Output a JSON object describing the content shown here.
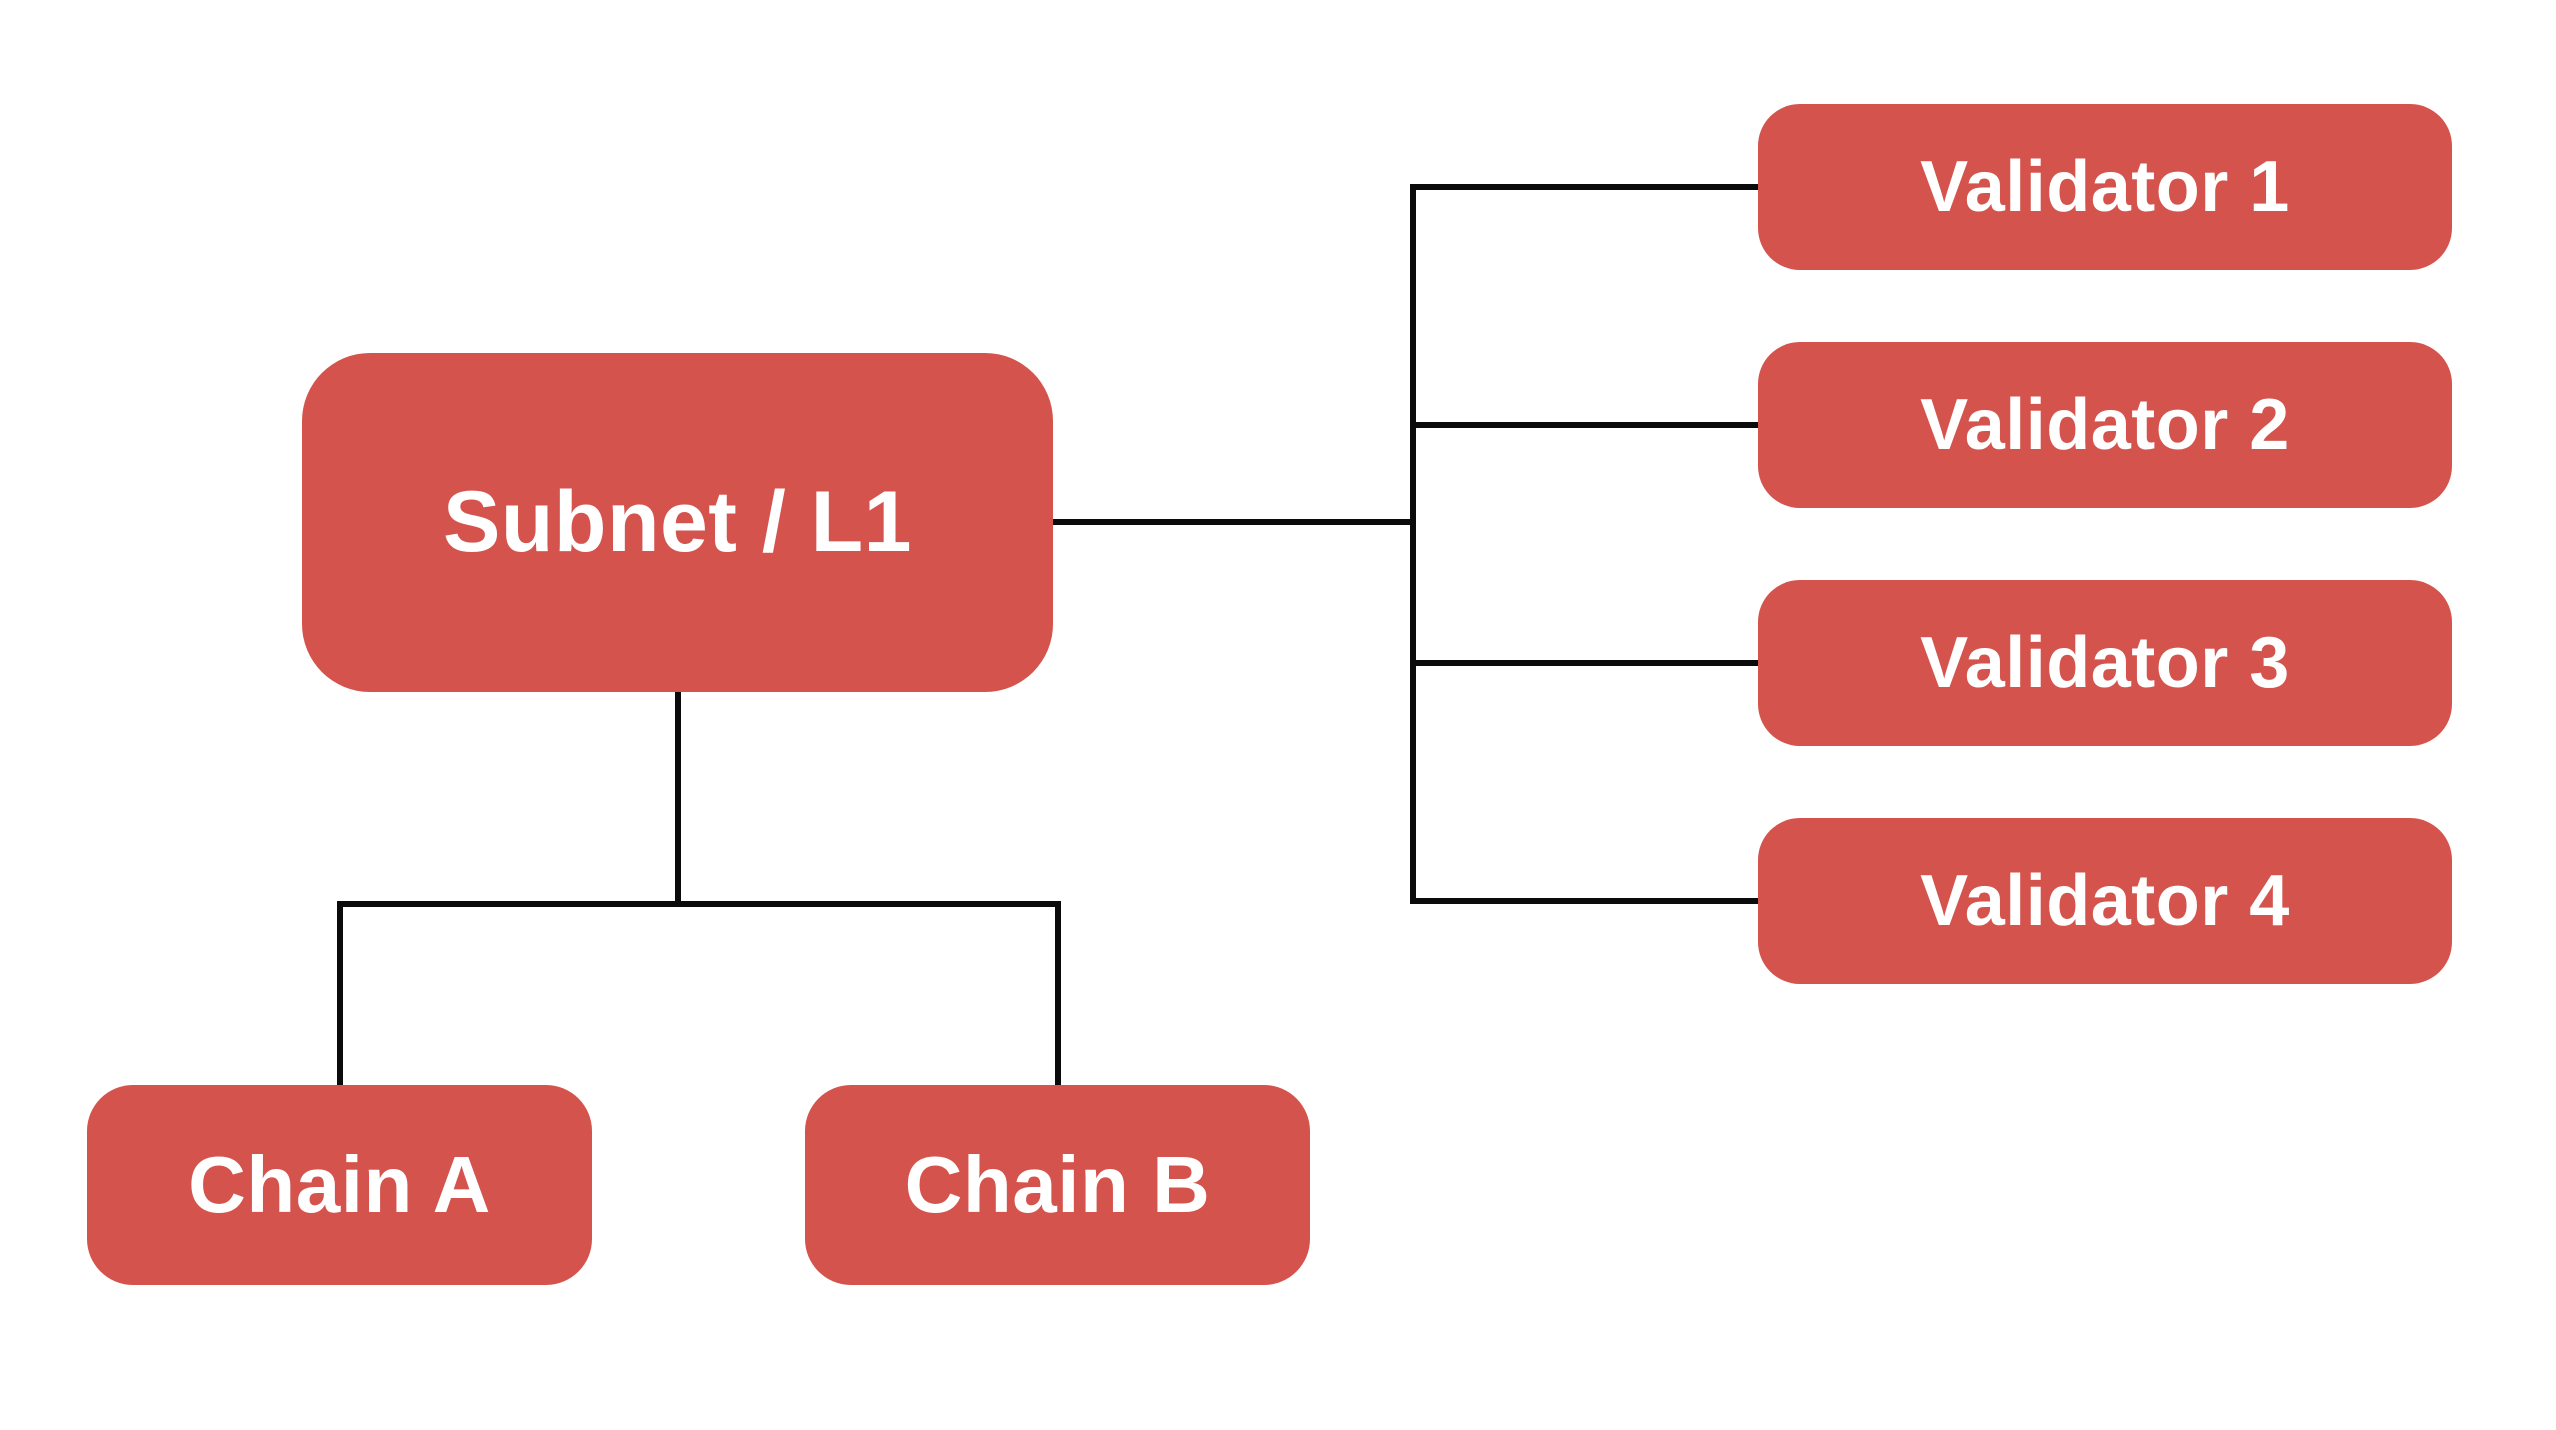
{
  "diagram": {
    "type": "hierarchy",
    "root": {
      "label": "Subnet / L1"
    },
    "validators": [
      {
        "label": "Validator 1"
      },
      {
        "label": "Validator 2"
      },
      {
        "label": "Validator 3"
      },
      {
        "label": "Validator 4"
      }
    ],
    "chains": [
      {
        "label": "Chain A"
      },
      {
        "label": "Chain B"
      }
    ],
    "colors": {
      "node_fill": "#D5534D",
      "node_text": "#FFFFFF",
      "connector": "#0B0B0B",
      "background": "#FFFFFF"
    }
  }
}
